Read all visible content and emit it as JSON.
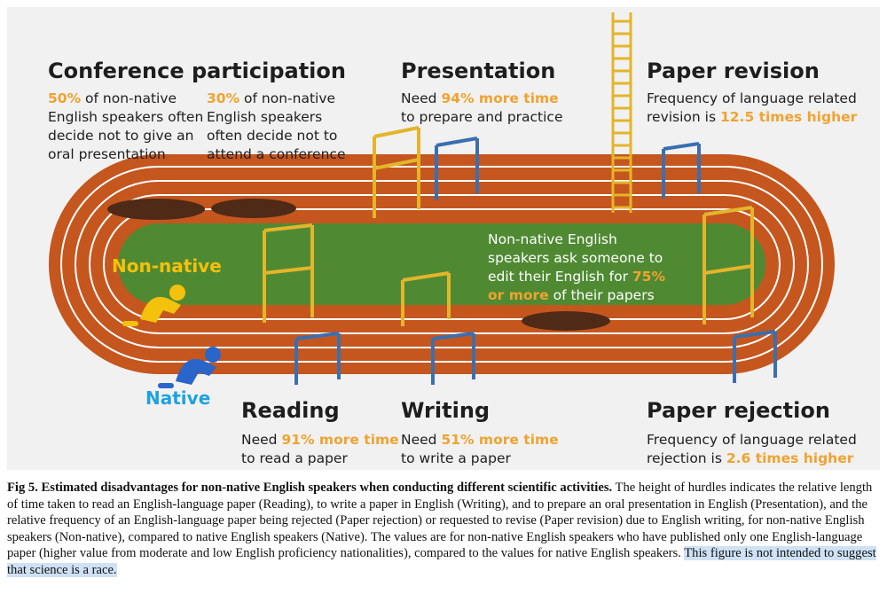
{
  "labels": {
    "conference": {
      "title": "Conference participation",
      "left": {
        "pct": "50%",
        "rest": " of non-native English speakers often decide not to give an oral presentation"
      },
      "right": {
        "pct": "30%",
        "rest": " of non-native English speakers often decide not to attend a conference"
      }
    },
    "presentation": {
      "title": "Presentation",
      "pre": "Need ",
      "hl": "94% more time",
      "post": " to prepare and practice"
    },
    "paper_revision": {
      "title": "Paper revision",
      "pre": "Frequency of language related revision is ",
      "hl": "12.5 times higher",
      "post": ""
    },
    "reading": {
      "title": "Reading",
      "pre": "Need ",
      "hl": "91% more time",
      "post": " to read a paper"
    },
    "writing": {
      "title": "Writing",
      "pre": "Need ",
      "hl": "51% more time",
      "post": " to write a paper"
    },
    "paper_rejection": {
      "title": "Paper rejection",
      "pre": "Frequency of language related rejection is ",
      "hl": "2.6 times higher",
      "post": ""
    },
    "editing": {
      "pre": "Non-native English speakers ask someone to edit their English for ",
      "hl": "75% or more",
      "post": " of their papers"
    },
    "non_native": "Non-native",
    "native": "Native"
  },
  "caption": {
    "fig": "Fig 5.",
    "title": "Estimated disadvantages for non-native English speakers when conducting different scientific activities.",
    "text": " The height of hurdles indicates the relative length of time taken to read an English-language paper (Reading), to write a paper in English (Writing), and to prepare an oral presentation in English (Presentation), and the relative frequency of an English-language paper being rejected (Paper rejection) or requested to revise (Paper revision) due to English writing, for non-native English speakers (Non-native), compared to native English speakers (Native). The values are for non-native English speakers who have published only one English-language paper (higher value from moderate and low English proficiency nationalities), compared to the values for native English speakers. ",
    "highlight": "This figure is not intended to suggest that science is a race."
  },
  "colors": {
    "track": "#c5561e",
    "infield": "#4f8a33",
    "lane_line": "#ffffff",
    "hurdle_yellow": "#e4b52a",
    "hurdle_blue": "#3a6fb0",
    "mud": "#4e2a17",
    "highlight": "#f0a330",
    "non_native": "#f4c10c",
    "native": "#1ea2e0"
  },
  "icons": {
    "non_native_runner": "crouching-runner-icon",
    "native_runner": "crouching-runner-icon"
  }
}
